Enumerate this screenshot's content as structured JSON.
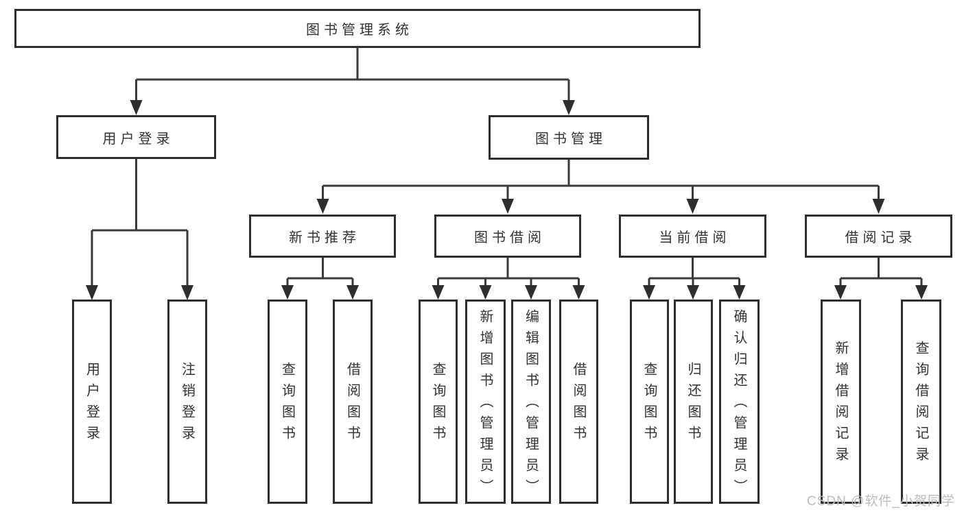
{
  "colors": {
    "background": "#ffffff",
    "box_border": "#2e2e2e",
    "box_fill": "#ffffff",
    "text": "#333333",
    "connector_line": "#3a3a3a",
    "watermark": "#bdbdbd"
  },
  "tree": {
    "root": {
      "label": "图书管理系统"
    },
    "level2": [
      {
        "label": "用户登录"
      },
      {
        "label": "图书管理"
      }
    ],
    "level3": [
      {
        "label": "新书推荐"
      },
      {
        "label": "图书借阅"
      },
      {
        "label": "当前借阅"
      },
      {
        "label": "借阅记录"
      }
    ],
    "leaves": {
      "user_login": [
        {
          "label": "用户登录"
        },
        {
          "label": "注销登录"
        }
      ],
      "new_book_recommend": [
        {
          "label": "查询图书"
        },
        {
          "label": "借阅图书"
        }
      ],
      "book_borrow": [
        {
          "label": "查询图书"
        },
        {
          "label": "新增图书（管理员）"
        },
        {
          "label": "编辑图书（管理员）"
        },
        {
          "label": "借阅图书"
        }
      ],
      "current_borrow": [
        {
          "label": "查询图书"
        },
        {
          "label": "归还图书"
        },
        {
          "label": "确认归还（管理员）"
        }
      ],
      "borrow_records": [
        {
          "label": "新增借阅记录"
        },
        {
          "label": "查询借阅记录"
        }
      ]
    }
  },
  "watermark": {
    "text": "CSDN @软件_小贺同学"
  }
}
